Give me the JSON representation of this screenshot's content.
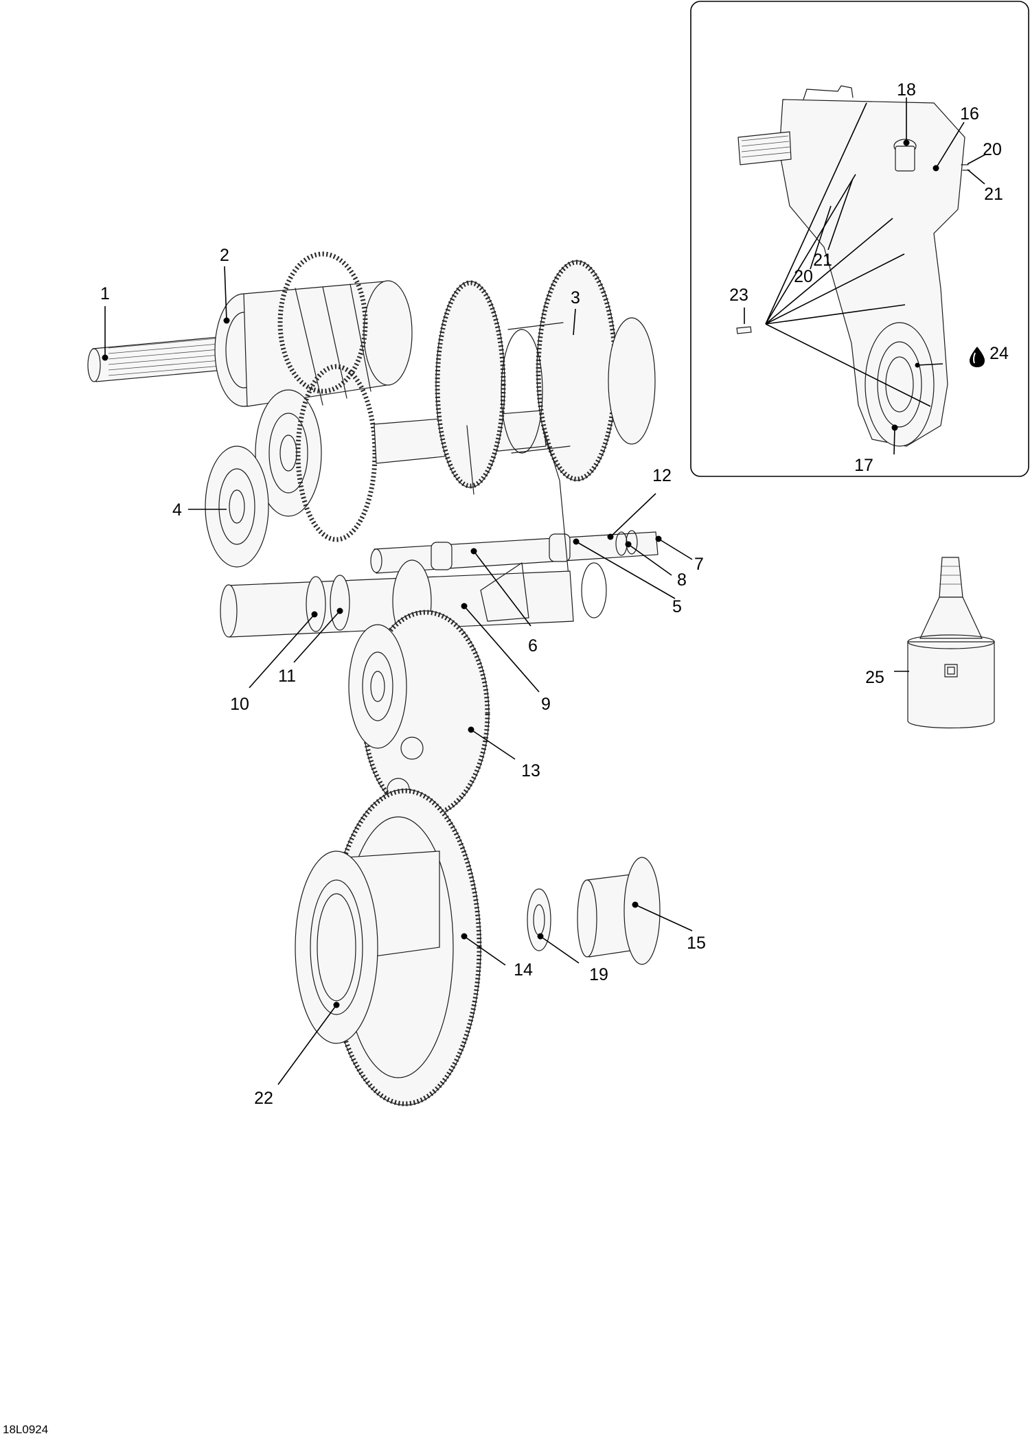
{
  "callouts": [
    {
      "id": "1",
      "label": "1"
    },
    {
      "id": "2",
      "label": "2"
    },
    {
      "id": "3",
      "label": "3"
    },
    {
      "id": "4",
      "label": "4"
    },
    {
      "id": "5",
      "label": "5"
    },
    {
      "id": "6",
      "label": "6"
    },
    {
      "id": "7",
      "label": "7"
    },
    {
      "id": "8",
      "label": "8"
    },
    {
      "id": "9",
      "label": "9"
    },
    {
      "id": "10",
      "label": "10"
    },
    {
      "id": "11",
      "label": "11"
    },
    {
      "id": "12",
      "label": "12"
    },
    {
      "id": "13",
      "label": "13"
    },
    {
      "id": "14",
      "label": "14"
    },
    {
      "id": "15",
      "label": "15"
    },
    {
      "id": "16",
      "label": "16"
    },
    {
      "id": "17",
      "label": "17"
    },
    {
      "id": "18",
      "label": "18"
    },
    {
      "id": "19",
      "label": "19"
    },
    {
      "id": "20a",
      "label": "20"
    },
    {
      "id": "20b",
      "label": "20"
    },
    {
      "id": "21a",
      "label": "21"
    },
    {
      "id": "21b",
      "label": "21"
    },
    {
      "id": "22",
      "label": "22"
    },
    {
      "id": "23",
      "label": "23"
    },
    {
      "id": "24",
      "label": "24"
    },
    {
      "id": "25",
      "label": "25"
    }
  ],
  "figure_ref": "18L0924",
  "icons": {
    "oil_drop": "oil-drop-icon"
  }
}
